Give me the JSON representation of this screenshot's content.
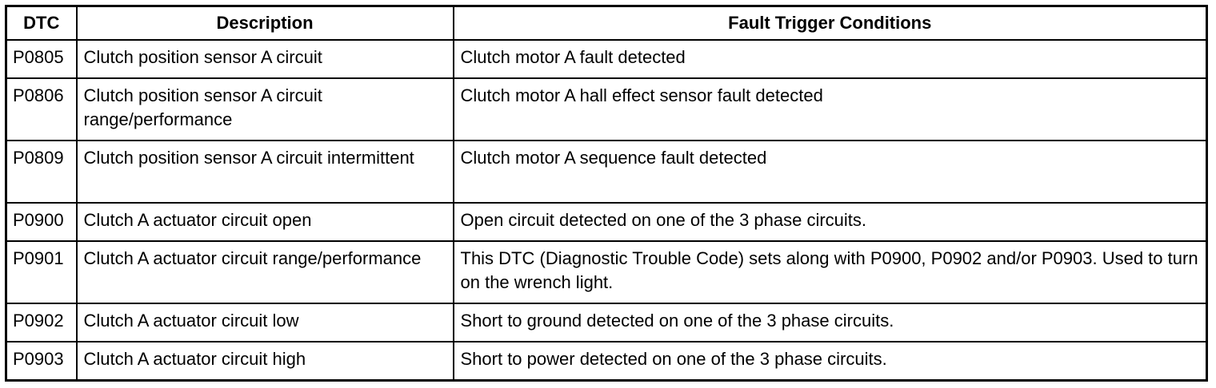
{
  "table": {
    "headers": [
      "DTC",
      "Description",
      "Fault Trigger Conditions"
    ],
    "rows": [
      {
        "dtc": "P0805",
        "description": "Clutch position sensor A circuit",
        "conditions": "Clutch motor A fault detected"
      },
      {
        "dtc": "P0806",
        "description": "Clutch position sensor A circuit range/performance",
        "conditions": "Clutch motor A hall effect sensor fault detected"
      },
      {
        "dtc": "P0809",
        "description": "Clutch position sensor A circuit intermittent",
        "conditions": "Clutch motor A sequence fault detected"
      },
      {
        "dtc": "P0900",
        "description": "Clutch A actuator circuit open",
        "conditions": "Open circuit detected on one of the 3 phase circuits."
      },
      {
        "dtc": "P0901",
        "description": "Clutch A actuator circuit range/performance",
        "conditions": "This DTC (Diagnostic Trouble Code) sets along with P0900, P0902 and/or P0903. Used to turn on the wrench light."
      },
      {
        "dtc": "P0902",
        "description": "Clutch A actuator circuit low",
        "conditions": "Short to ground detected on one of the 3 phase circuits."
      },
      {
        "dtc": "P0903",
        "description": "Clutch A actuator circuit high",
        "conditions": "Short to power detected on one of the 3 phase circuits."
      }
    ]
  }
}
